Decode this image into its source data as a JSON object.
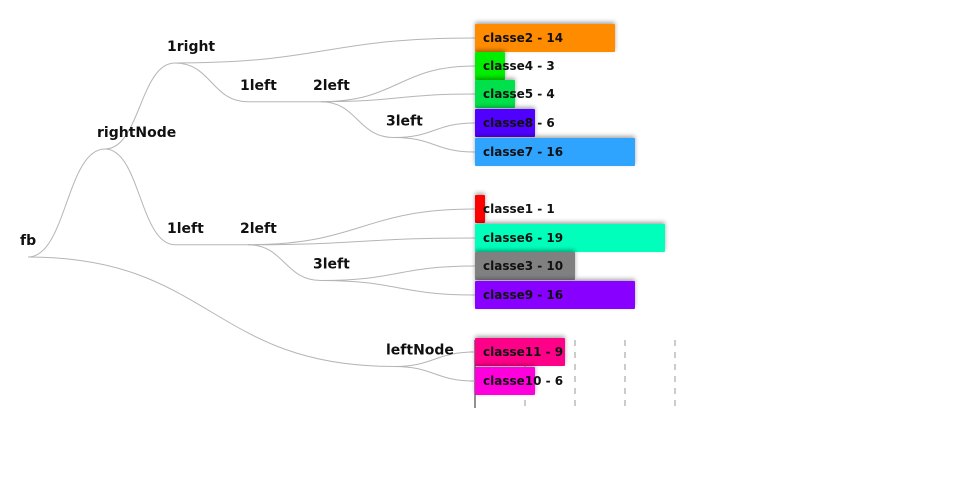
{
  "chart_data": {
    "type": "bar",
    "root": {
      "name": "fb",
      "children": [
        {
          "name": "rightNode",
          "children": [
            {
              "name": "1right",
              "children": [
                {
                  "name": "classe2",
                  "value": 14,
                  "color": "#ff8c00"
                },
                {
                  "name": "1left",
                  "children": [
                    {
                      "name": "2left",
                      "children": [
                        {
                          "name": "classe4",
                          "value": 3,
                          "color": "#00ee00"
                        },
                        {
                          "name": "classe5",
                          "value": 4,
                          "color": "#00e04a"
                        },
                        {
                          "name": "3left",
                          "children": [
                            {
                              "name": "classe8",
                              "value": 6,
                              "color": "#4f00ff"
                            },
                            {
                              "name": "classe7",
                              "value": 16,
                              "color": "#2fa4ff"
                            }
                          ]
                        }
                      ]
                    }
                  ]
                }
              ]
            },
            {
              "name": "1left",
              "children": [
                {
                  "name": "2left",
                  "children": [
                    {
                      "name": "classe1",
                      "value": 1,
                      "color": "#ff0000"
                    },
                    {
                      "name": "classe6",
                      "value": 19,
                      "color": "#00ffbb"
                    },
                    {
                      "name": "3left",
                      "children": [
                        {
                          "name": "classe3",
                          "value": 10,
                          "color": "#808080"
                        },
                        {
                          "name": "classe9",
                          "value": 16,
                          "color": "#8800ff"
                        }
                      ]
                    }
                  ]
                }
              ]
            }
          ]
        },
        {
          "name": "leftNode",
          "children": [
            {
              "name": "classe11",
              "value": 9,
              "color": "#ff0088"
            },
            {
              "name": "classe10",
              "value": 6,
              "color": "#ff00dd"
            }
          ]
        }
      ]
    },
    "xlim": [
      0,
      20
    ],
    "grid_ticks": [
      5,
      10,
      15,
      20
    ],
    "grid": true
  }
}
